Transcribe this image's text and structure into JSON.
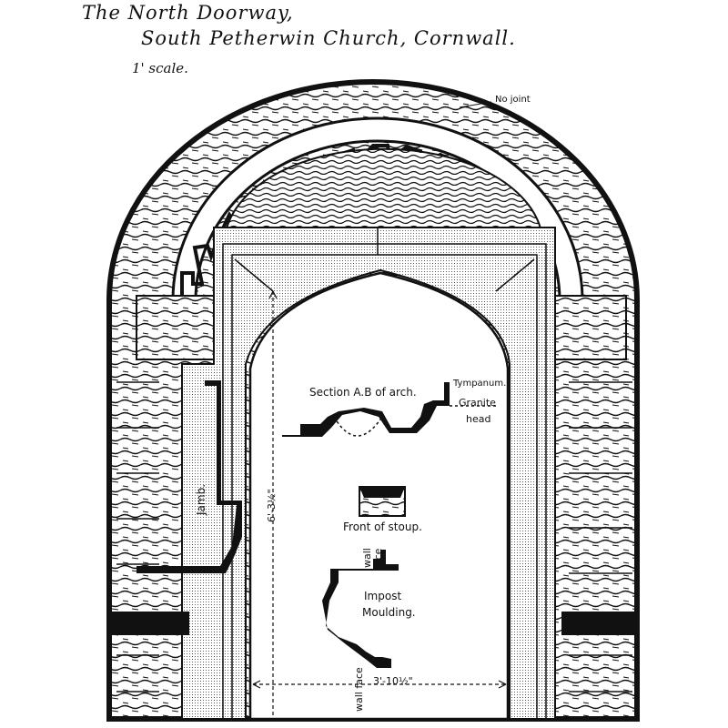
{
  "title": {
    "line1": "The North Doorway,",
    "line2": "South Petherwin Church, Cornwall.",
    "scale": "1' scale."
  },
  "labels": {
    "no_joint": "No joint",
    "section": "Section A.B of arch.",
    "tympanum": "Tympanum.",
    "granite": "Granite",
    "head": "head",
    "jamb": "Jamb.",
    "height_dim": "6'-3½\"",
    "front_of_stoup": "Front of stoup.",
    "wall_face_top_1": "wall",
    "wall_face_top_2": "face",
    "impost_1": "Impost",
    "impost_2": "Moulding.",
    "wall_face_bottom": "wall face",
    "width_dim": "3'-10½\""
  },
  "colors": {
    "ink": "#111111",
    "paper": "#ffffff"
  }
}
